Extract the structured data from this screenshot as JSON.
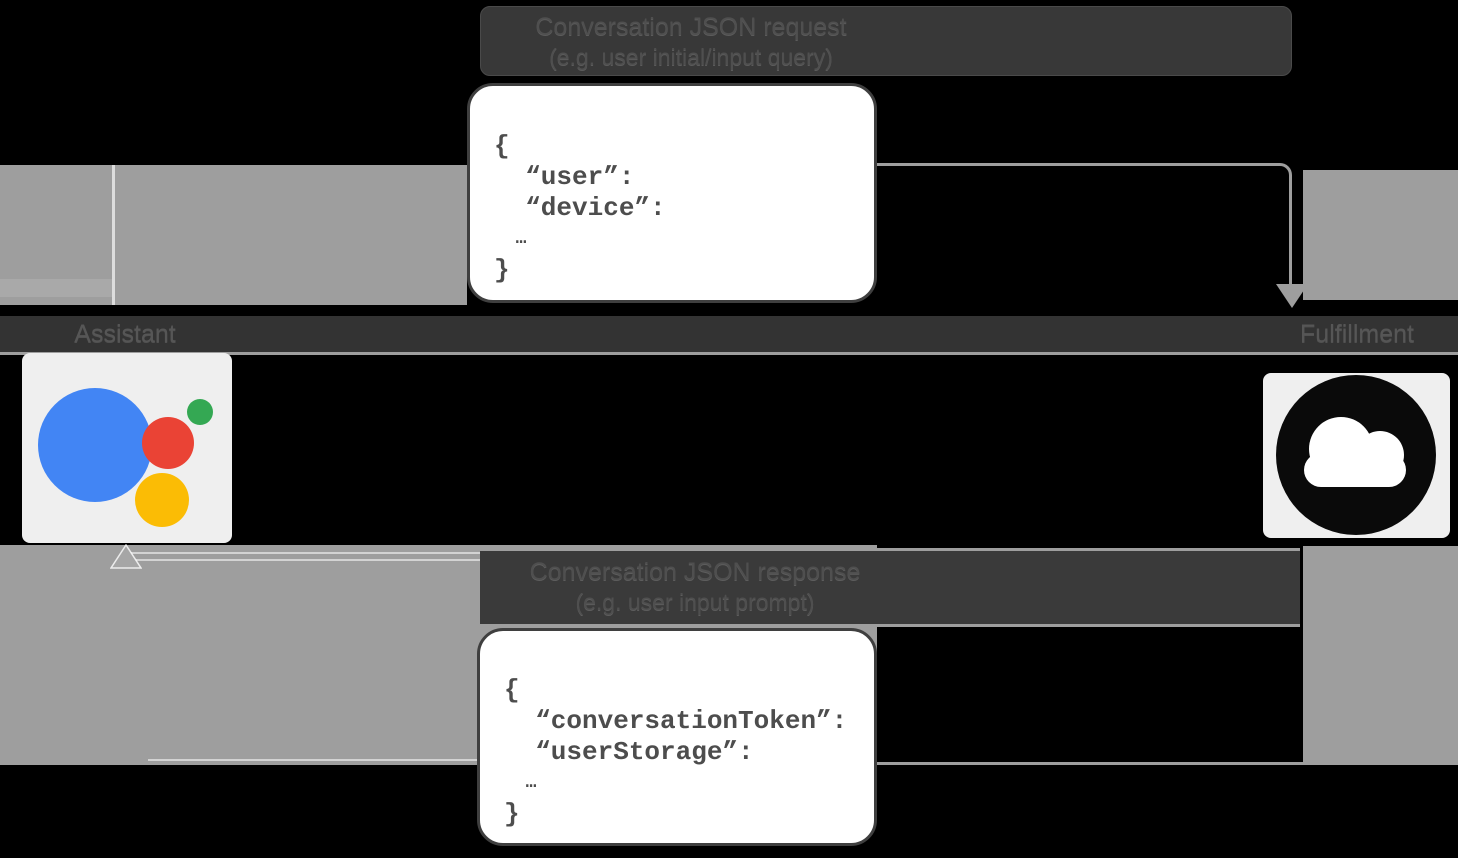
{
  "request_flow": {
    "label_line1": "Conversation JSON request",
    "label_line2": "(e.g. user initial/input query)",
    "code_lines": [
      "{",
      "  “user”:",
      "  “device”:",
      "  …",
      "}"
    ]
  },
  "response_flow": {
    "label_line1": "Conversation JSON response",
    "label_line2": "(e.g. user input prompt)",
    "code_lines": [
      "{",
      "  “conversationToken”:",
      "  “userStorage”:",
      "  …",
      "}"
    ]
  },
  "actors": {
    "left": {
      "name": "Assistant",
      "icon": "google-assistant-logo-icon"
    },
    "right": {
      "name": "Fulfillment",
      "icon": "cloud-icon"
    }
  },
  "colors": {
    "arrow_gray": "#9e9e9e",
    "box_border": "#3f3f3f",
    "assistant_blue": "#4285f4",
    "assistant_red": "#ea4335",
    "assistant_yellow": "#fbbc05",
    "assistant_green": "#34a853",
    "cloud_black": "#0a0a0a"
  }
}
